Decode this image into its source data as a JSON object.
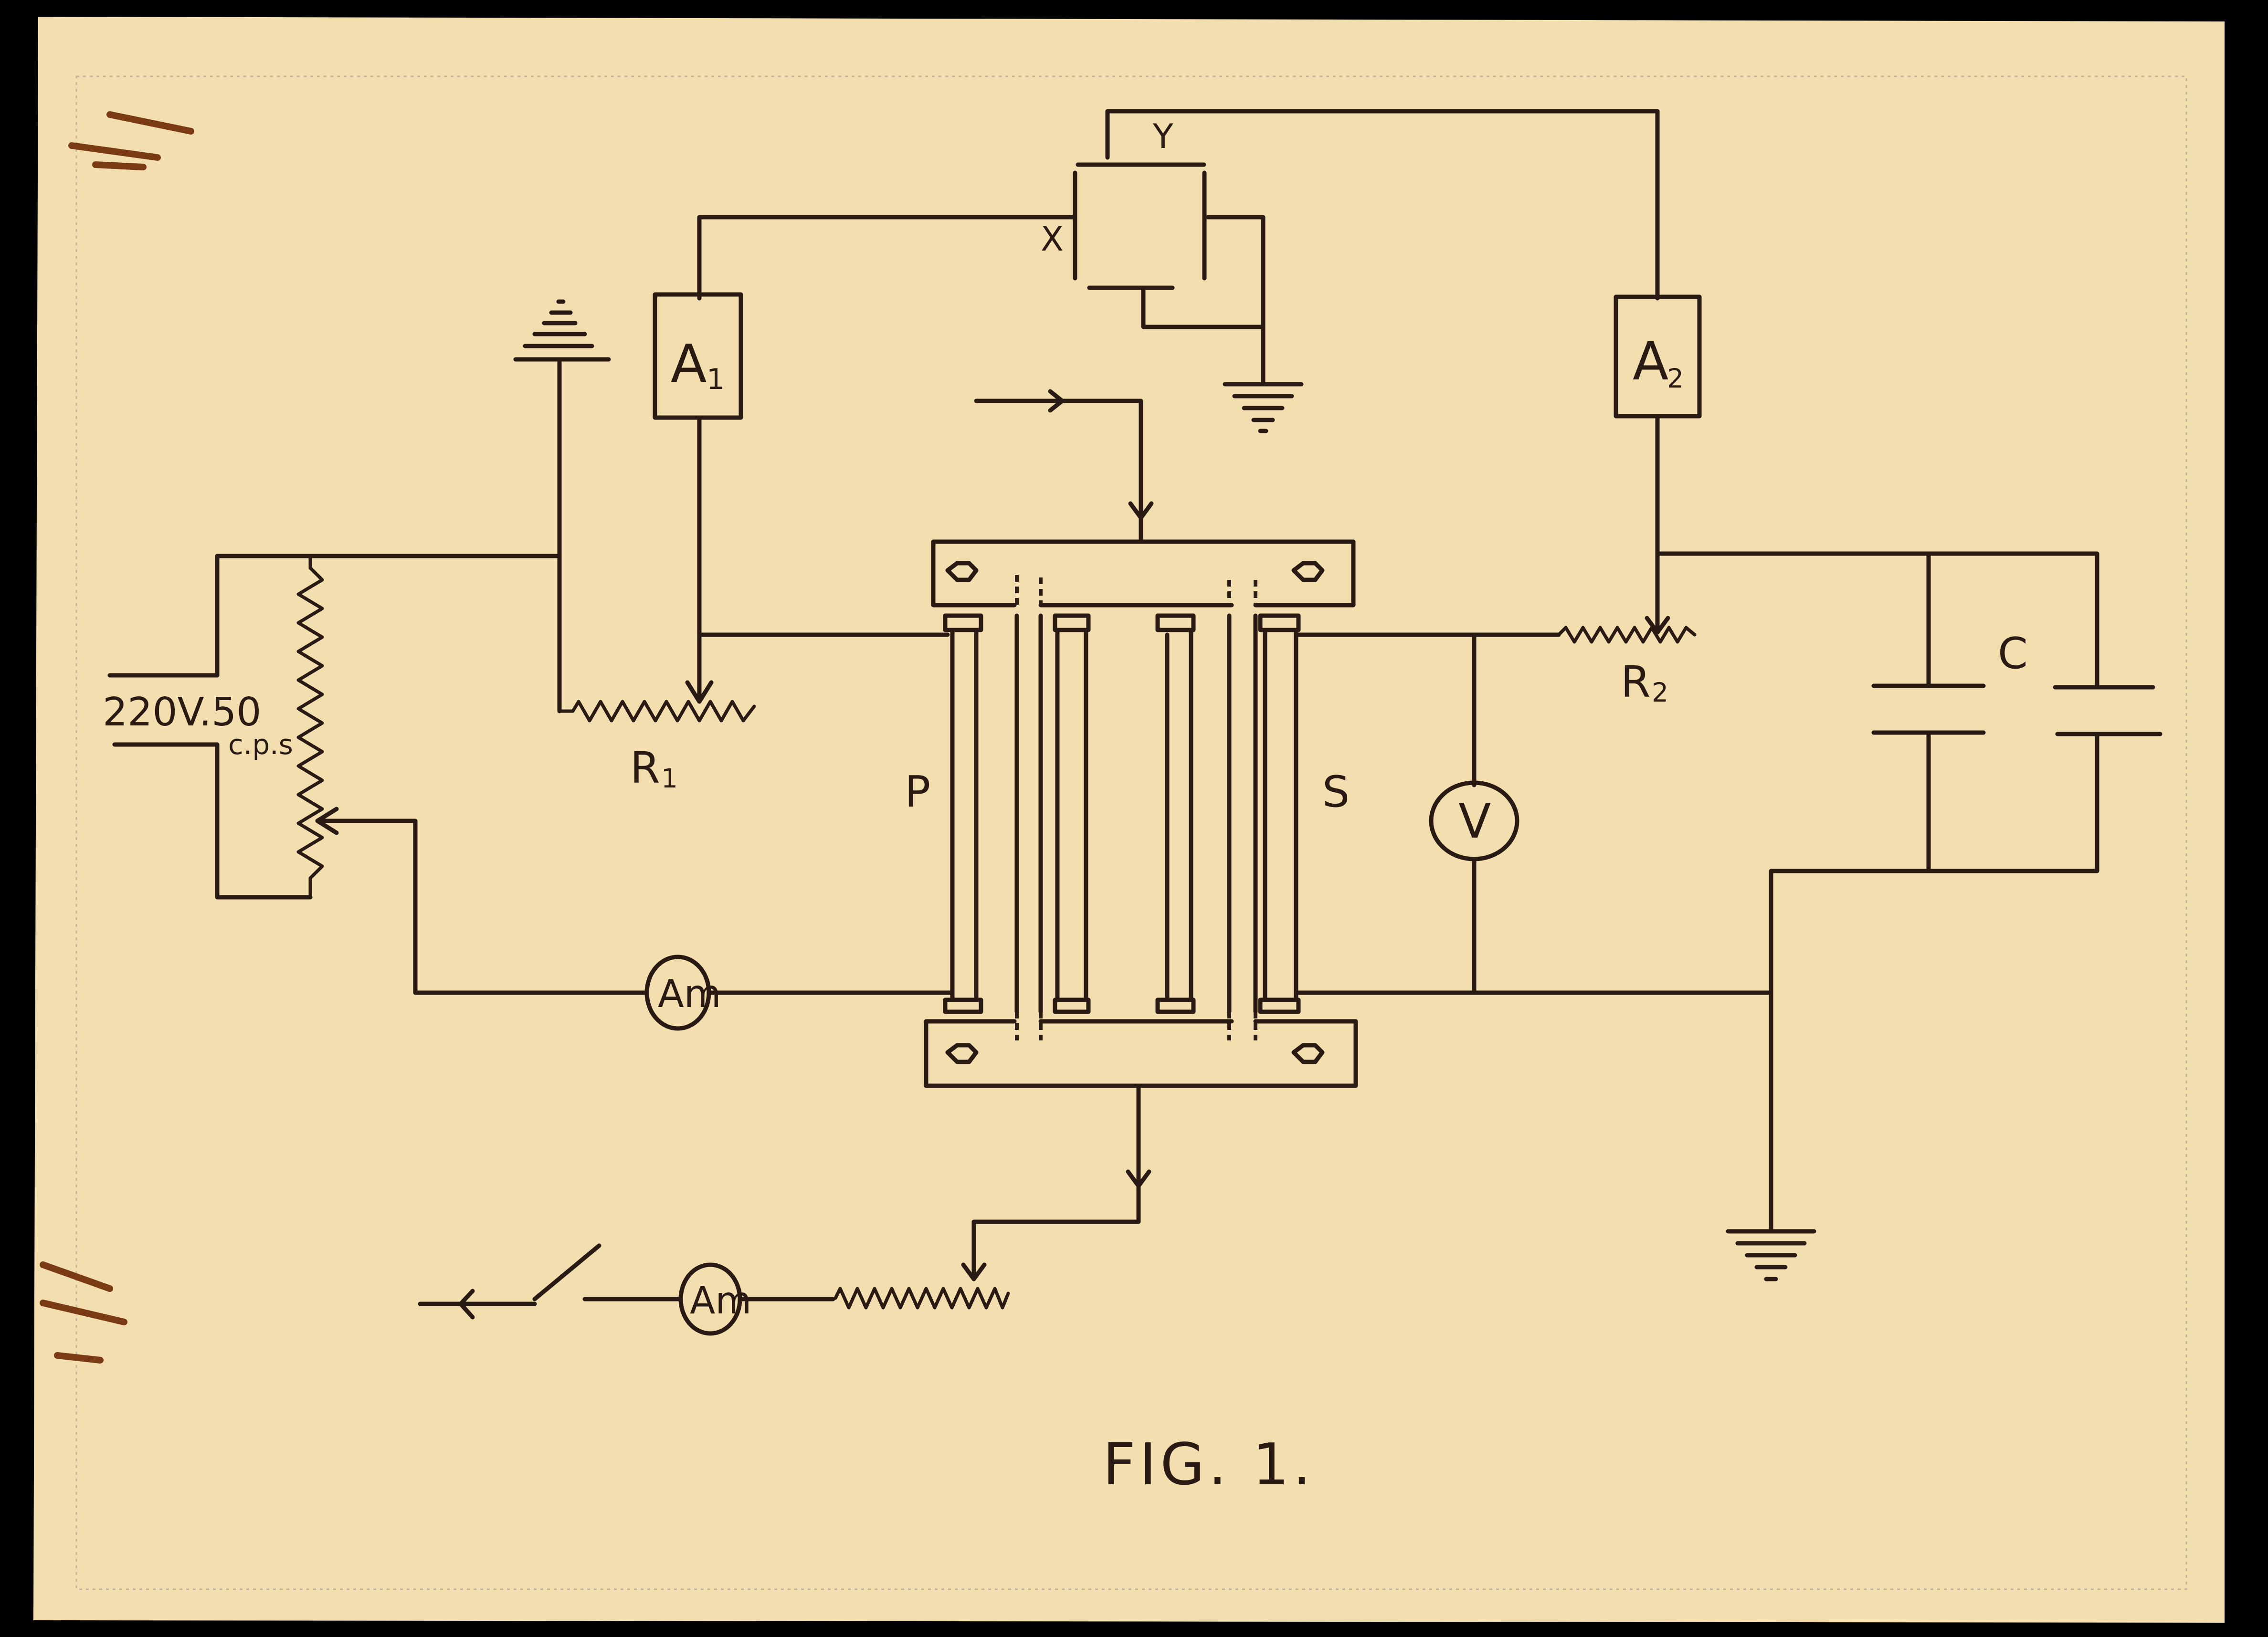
{
  "figure": {
    "caption": "FIG. 1.",
    "colors": {
      "paper": "#f3deb0",
      "ink": "#2a1a14",
      "backdrop": "#000000",
      "stain": "#7a3a14"
    }
  },
  "supply": {
    "label_voltage": "220V.50",
    "label_freq": "c.p.s"
  },
  "components": {
    "ammeter_1": "A",
    "ammeter_1_sub": "1",
    "ammeter_2": "A",
    "ammeter_2_sub": "2",
    "oscillograph_x": "X",
    "oscillograph_y": "Y",
    "resistor_1": "R",
    "resistor_1_sub": "1",
    "resistor_2": "R",
    "resistor_2_sub": "2",
    "primary": "P",
    "secondary": "S",
    "voltmeter": "V",
    "capacitor": "C",
    "milliammeter_main": "Am",
    "milliammeter_bias": "Am"
  }
}
